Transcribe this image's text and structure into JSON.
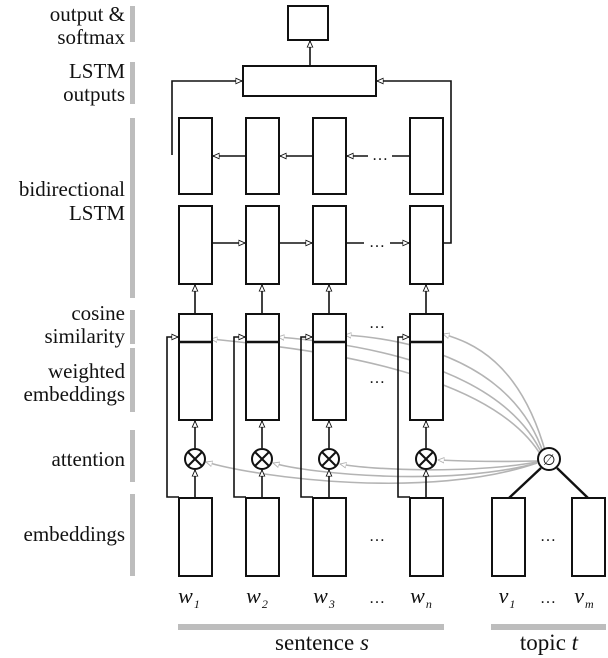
{
  "layer_labels": {
    "output_line1": "output &",
    "output_line2": "softmax",
    "lstm_out_line1": "LSTM",
    "lstm_out_line2": "outputs",
    "bilstm_line1": "bidirectional",
    "bilstm_line2": "LSTM",
    "cosine_line1": "cosine",
    "cosine_line2": "similarity",
    "weighted_line1": "weighted",
    "weighted_line2": "embeddings",
    "attention": "attention",
    "embeddings": "embeddings"
  },
  "words": [
    {
      "base": "w",
      "sub": "1"
    },
    {
      "base": "w",
      "sub": "2"
    },
    {
      "base": "w",
      "sub": "3"
    },
    {
      "base": "w",
      "sub": "n"
    }
  ],
  "topic_words": [
    {
      "base": "v",
      "sub": "1"
    },
    {
      "base": "v",
      "sub": "m"
    }
  ],
  "ellipsis": "…",
  "operators": {
    "multiply": "⊗",
    "average": "∅"
  },
  "footer": {
    "sentence_label": "sentence ",
    "sentence_var": "s",
    "topic_label": "topic ",
    "topic_var": "t"
  },
  "colors": {
    "line": "#111111",
    "attention_arrow": "#b4b4b4",
    "bar": "#bdbdbd"
  }
}
